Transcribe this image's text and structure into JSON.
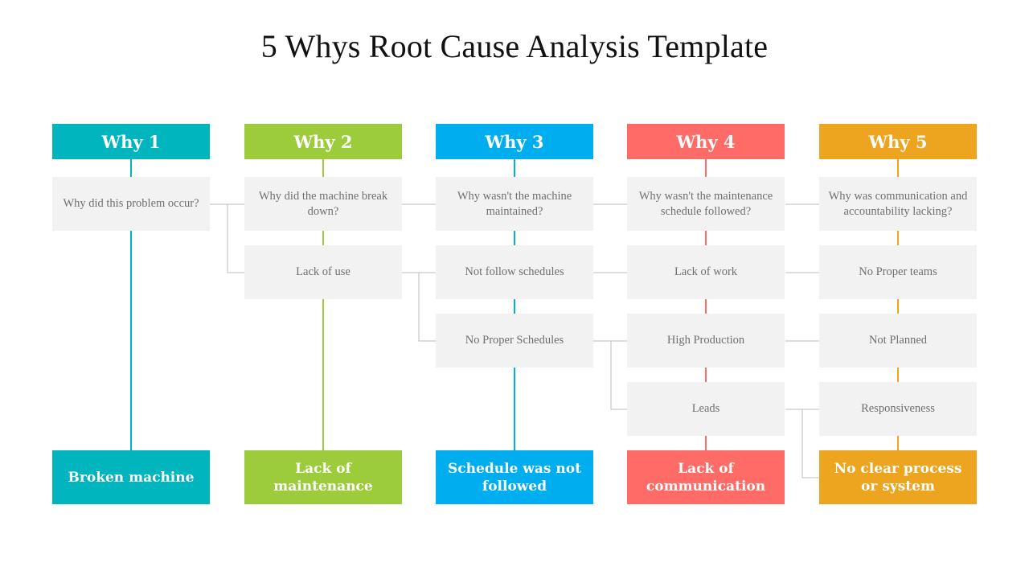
{
  "title": "5 Whys Root Cause Analysis Template",
  "colors": {
    "why1": "#00b5bd",
    "why2": "#9ccb3b",
    "why3": "#00aeef",
    "why4": "#ff6b66",
    "why5": "#eda41e",
    "cell_bg": "#f2f2f2",
    "connector": "#c9c9c9"
  },
  "columns": [
    {
      "heading": "Why 1",
      "question": "Why did this problem occur?",
      "answers": [],
      "result": "Broken machine"
    },
    {
      "heading": "Why 2",
      "question": "Why did the machine break down?",
      "answers": [
        "Lack of use"
      ],
      "result": "Lack of maintenance"
    },
    {
      "heading": "Why 3",
      "question": "Why wasn't the machine maintained?",
      "answers": [
        "Not follow schedules",
        "No Proper Schedules"
      ],
      "result": "Schedule was not followed"
    },
    {
      "heading": "Why 4",
      "question": "Why wasn't the maintenance schedule followed?",
      "answers": [
        "Lack of work",
        "High Production",
        "Leads"
      ],
      "result": "Lack of communication"
    },
    {
      "heading": "Why 5",
      "question": "Why was communication and accountability lacking?",
      "answers": [
        "No Proper teams",
        "Not Planned",
        "Responsiveness"
      ],
      "result": "No clear process or system"
    }
  ]
}
